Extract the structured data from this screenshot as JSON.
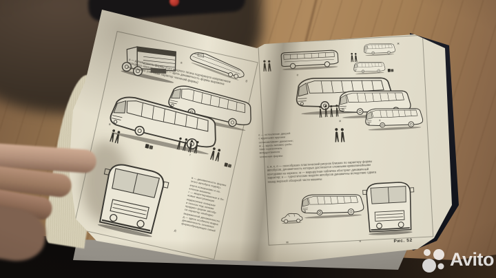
{
  "watermark": {
    "brand": "Avito",
    "logo": "avito-circles-icon"
  },
  "book": {
    "figure_caption": "Рис. 52",
    "left_page": {
      "labels": {
        "a": "а",
        "b": "б",
        "v": "в",
        "g": "г",
        "d": "д"
      },
      "caption_top": "а — динамичность формы этого мощного тягача подчёркнута напряжением\nпереднего наклонного угла; б — здесь динамичность формы выражена\nещё активнее (см. также характер членений формы)",
      "caption_side": "в — динамичность формы\nэтого автобуса подчёр-\nкнута козырьками и на-\nклоном машины;\nг — акцентированные в бо-\nковых выступающие\nнадоконные козырьки\nи полосы под окнами\nпридают форме автобу-\nса характер свободно\nвыраженной динамичности;\nд — здесь особенно видна\nдинамичность основных\nформообразующих линий"
    },
    "right_page": {
      "labels": {
        "e": "е",
        "zh": "ж",
        "z": "з",
        "i": "и",
        "k": "к",
        "m": "м",
        "n": "н"
      },
      "caption_block": "е — остекление дверей\nс крупными кругами\nостанавливает движение;\nж — здесь активно рабо-\nтает горизонталь\nмеждуэтажного\nчленения формы",
      "caption_paragraph": "з, и, к, л — своеобразен пластический рисунок близких по характеру формы\nавтобусов, динамичность которых достигается сложными криволинейными\nконтурами на каркасе; м — маршрутная табличка обостряет динамичный\nхарактер; н — туристические модели автобусов динамичны вследствие сдвига\nназад верхней обзорной части машины"
    }
  }
}
